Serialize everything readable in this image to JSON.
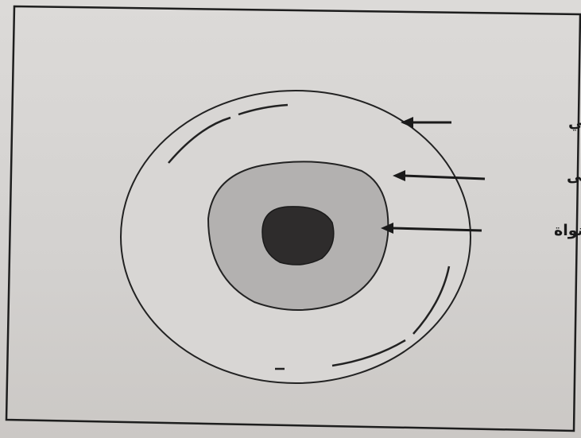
{
  "diagram": {
    "labels": {
      "membrane": "غشاء هيولي",
      "cytoplasm": "الهيولى",
      "nucleus": "النواة"
    },
    "colors": {
      "paper": "#dcdad8",
      "line": "#222222",
      "cytoplasm_fill": "#b3b1b0",
      "nucleus_fill": "#2e2c2c"
    }
  }
}
